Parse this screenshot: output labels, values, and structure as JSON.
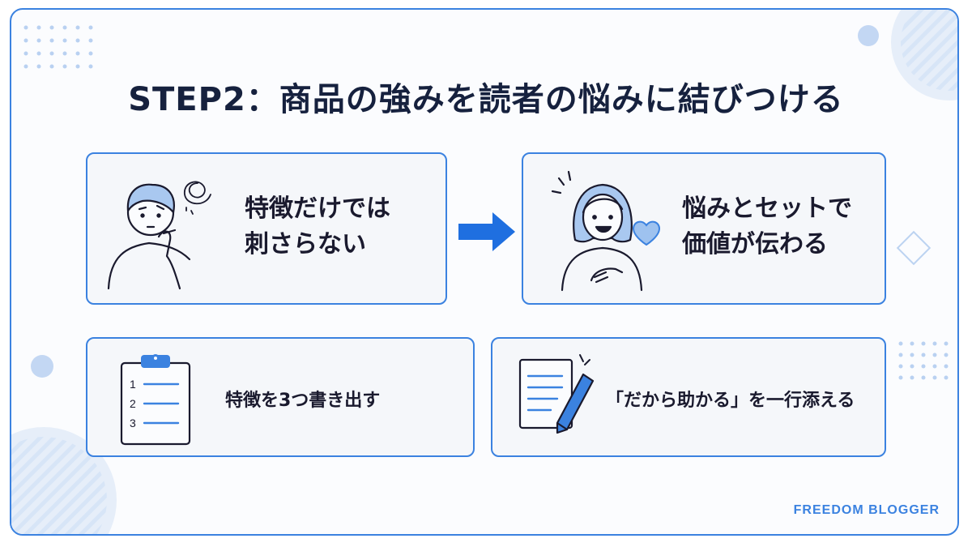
{
  "title": "STEP2：商品の強みを読者の悩みに結びつける",
  "cards": {
    "before": {
      "line1": "特徴だけでは",
      "line2": "刺さらない"
    },
    "after": {
      "line1": "悩みとセットで",
      "line2": "価値が伝わる"
    },
    "list": {
      "text": "特徴を3つ書き出す",
      "numbers": [
        "1",
        "2",
        "3"
      ]
    },
    "write": {
      "text": "「だから助かる」を一行添える"
    }
  },
  "brand": "FREEDOM BLOGGER",
  "colors": {
    "accent": "#3b82e0",
    "light": "#cfe0f7",
    "text": "#1a1a2e"
  },
  "icons": [
    "confused-person-icon",
    "happy-person-icon",
    "heart-icon",
    "clipboard-icon",
    "document-pencil-icon",
    "arrow-right-icon"
  ]
}
